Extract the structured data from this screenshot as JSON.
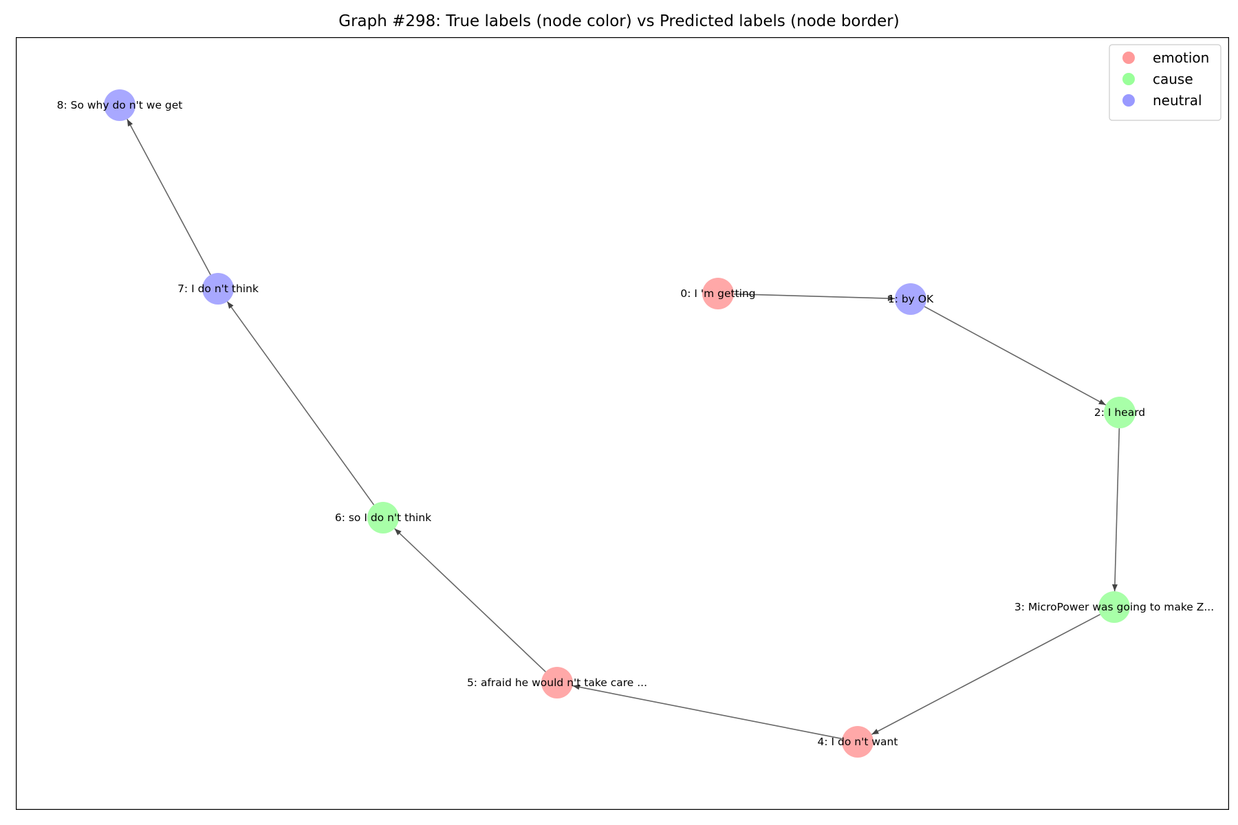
{
  "title": "Graph #298: True labels (node color) vs Predicted labels (node border)",
  "colors": {
    "emotion": "#ff9999",
    "cause": "#99ff99",
    "neutral": "#9999ff",
    "edge": "#666666"
  },
  "legend": [
    {
      "key": "emotion",
      "label": "emotion"
    },
    {
      "key": "cause",
      "label": "cause"
    },
    {
      "key": "neutral",
      "label": "neutral"
    }
  ],
  "nodes": [
    {
      "id": 0,
      "label": "0: I 'm getting",
      "true_label": "emotion"
    },
    {
      "id": 1,
      "label": "1: by OK",
      "true_label": "neutral"
    },
    {
      "id": 2,
      "label": "2: I heard",
      "true_label": "cause"
    },
    {
      "id": 3,
      "label": "3: MicroPower was going to make Z...",
      "true_label": "cause"
    },
    {
      "id": 4,
      "label": "4: I do n't want",
      "true_label": "emotion"
    },
    {
      "id": 5,
      "label": "5: afraid he would n't take care ...",
      "true_label": "emotion"
    },
    {
      "id": 6,
      "label": "6: so I do n't think",
      "true_label": "cause"
    },
    {
      "id": 7,
      "label": "7: I do n't think",
      "true_label": "neutral"
    },
    {
      "id": 8,
      "label": "8: So why do n't we get",
      "true_label": "neutral"
    }
  ],
  "edges": [
    {
      "source": 0,
      "target": 1
    },
    {
      "source": 1,
      "target": 2
    },
    {
      "source": 2,
      "target": 3
    },
    {
      "source": 3,
      "target": 4
    },
    {
      "source": 4,
      "target": 5
    },
    {
      "source": 5,
      "target": 6
    },
    {
      "source": 6,
      "target": 7
    },
    {
      "source": 7,
      "target": 8
    }
  ]
}
